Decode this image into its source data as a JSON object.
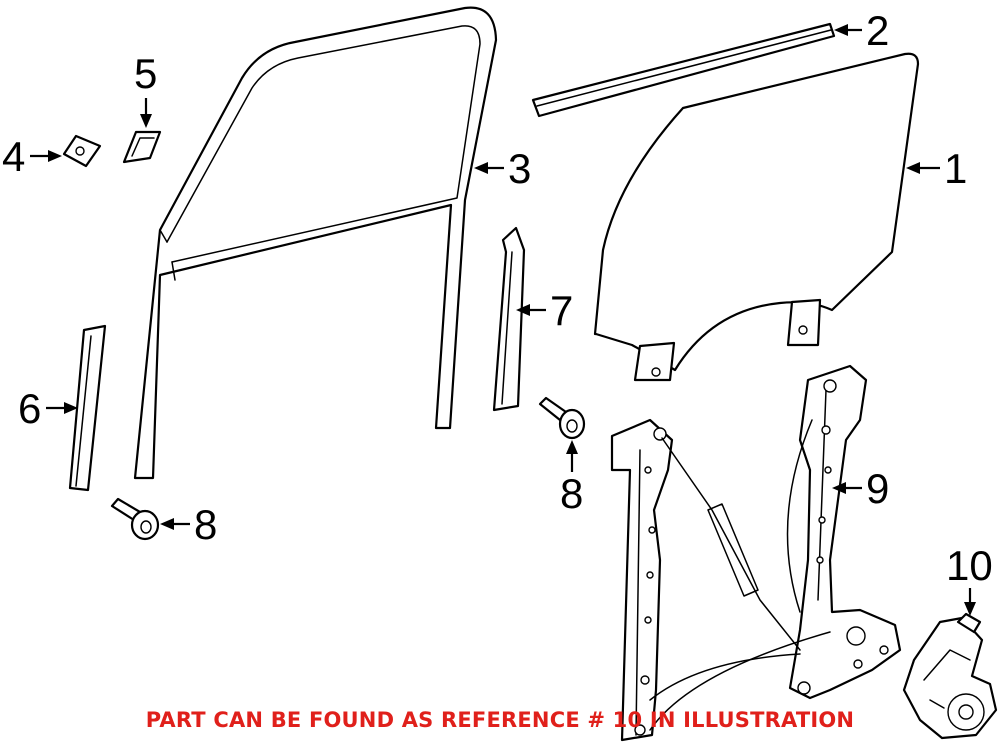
{
  "diagram": {
    "callouts": [
      {
        "id": "callout-1",
        "label": "1"
      },
      {
        "id": "callout-2",
        "label": "2"
      },
      {
        "id": "callout-3",
        "label": "3"
      },
      {
        "id": "callout-4",
        "label": "4"
      },
      {
        "id": "callout-5",
        "label": "5"
      },
      {
        "id": "callout-6",
        "label": "6"
      },
      {
        "id": "callout-7",
        "label": "7"
      },
      {
        "id": "callout-8a",
        "label": "8"
      },
      {
        "id": "callout-8b",
        "label": "8"
      },
      {
        "id": "callout-9",
        "label": "9"
      },
      {
        "id": "callout-10",
        "label": "10"
      }
    ]
  },
  "footer": {
    "text": "PART CAN BE FOUND AS REFERENCE # 10 IN ILLUSTRATION",
    "color": "#e0201b"
  }
}
